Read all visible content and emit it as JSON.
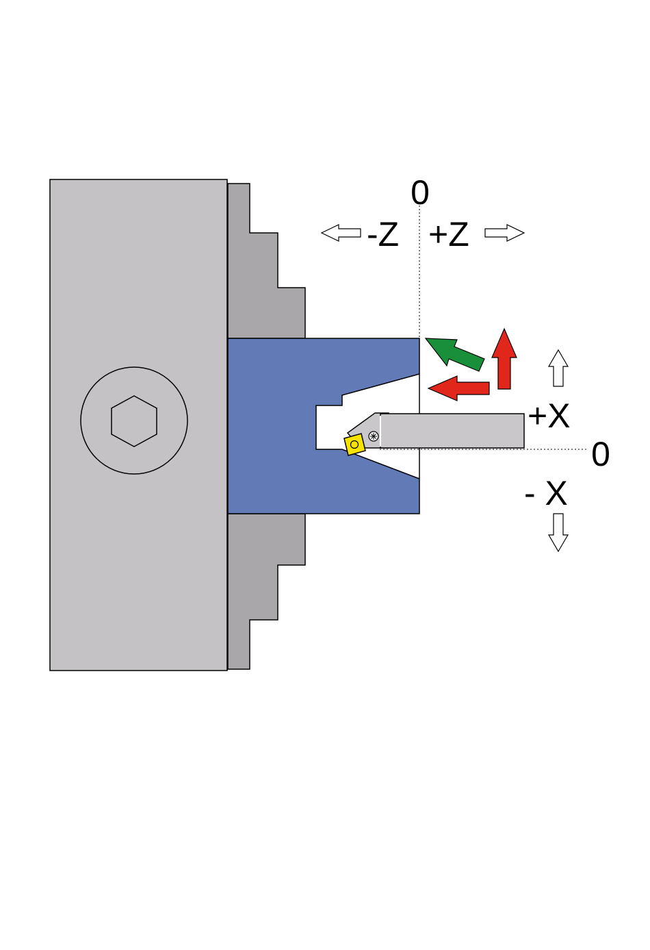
{
  "labels": {
    "z_origin": "0",
    "minus_z": "-Z",
    "plus_z": "+Z",
    "plus_x": "+X",
    "x_origin": "0",
    "minus_x": "- X"
  },
  "colors": {
    "chuck_body": "#c4c2c4",
    "chuck_jaw": "#a9a7aa",
    "workpiece": "#627ab6",
    "tool_holder": "#c9c7c9",
    "insert": "#f6e400",
    "arrow_red": "#e1261c",
    "arrow_green": "#1a8f3a",
    "outline": "#000000"
  }
}
